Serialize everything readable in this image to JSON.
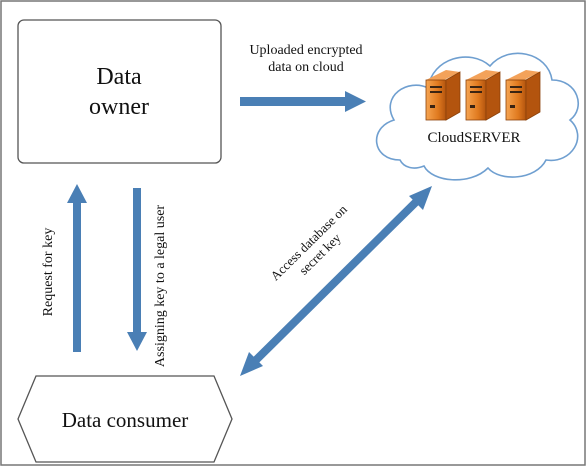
{
  "nodes": {
    "owner": {
      "line1": "Data",
      "line2": "owner"
    },
    "cloud": {
      "label": "CloudSERVER"
    },
    "consumer": {
      "label": "Data consumer"
    }
  },
  "edges": {
    "upload": {
      "line1": "Uploaded encrypted",
      "line2": "data on cloud"
    },
    "request": {
      "label": "Request for key"
    },
    "assign": {
      "label": "Assigning key to a legal user"
    },
    "access": {
      "line1": "Access database on",
      "line2": "secret key"
    }
  },
  "colors": {
    "arrow": "#4a7fb5",
    "cloud_stroke": "#6f9fd0",
    "server_orange": "#e07a1f",
    "server_dark": "#b3540e",
    "border": "#555555"
  },
  "icons": [
    "server-icon",
    "server-icon",
    "server-icon"
  ]
}
